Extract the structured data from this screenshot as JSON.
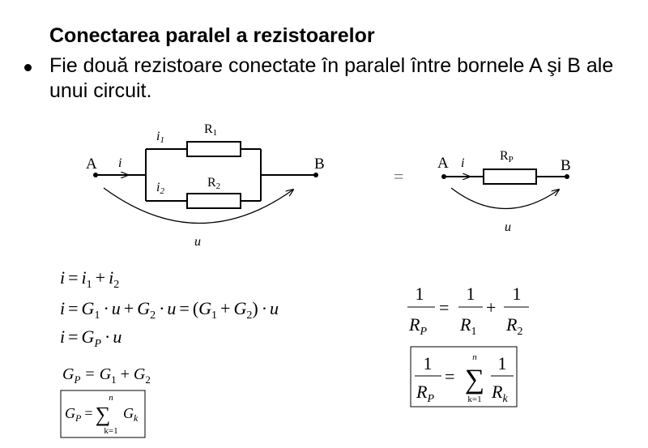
{
  "slide": {
    "title": "Conectarea paralel a rezistoarelor",
    "bullet": "Fie două rezistoare conectate în paralel între bornele A şi B ale unui circuit."
  },
  "circuit_left": {
    "node_a": "A",
    "node_b": "B",
    "current_main": "i",
    "current_1": "i",
    "current_1_sub": "1",
    "current_2": "i",
    "current_2_sub": "2",
    "resistor_1": "R",
    "resistor_1_sub": "1",
    "resistor_2": "R",
    "resistor_2_sub": "2",
    "voltage": "u"
  },
  "equivalence_sign": "=",
  "circuit_right": {
    "node_a": "A",
    "node_b": "B",
    "current": "i",
    "resistor": "R",
    "resistor_sub": "P",
    "voltage": "u"
  },
  "formulas": {
    "eq1": {
      "lhs": "i",
      "eq": "=",
      "t1": "i",
      "t1s": "1",
      "plus": "+",
      "t2": "i",
      "t2s": "2"
    },
    "eq2": {
      "i": "i",
      "eq": "=",
      "g1": "G",
      "g1s": "1",
      "dot1": "·",
      "u1": "u",
      "plus": "+",
      "g2": "G",
      "g2s": "2",
      "dot2": "·",
      "u2": "u",
      "eq2": "=",
      "lp": "(",
      "g3": "G",
      "g3s": "1",
      "plus2": "+",
      "g4": "G",
      "g4s": "2",
      "rp": ")",
      "dot3": "·",
      "u3": "u"
    },
    "eq3": {
      "i": "i",
      "eq": "=",
      "g": "G",
      "gs": "P",
      "dot": "·",
      "u": "u"
    },
    "eq4": {
      "g": "G",
      "gs": "P",
      "eq": "=",
      "g1": "G",
      "g1s": "1",
      "plus": "+",
      "g2": "G",
      "g2s": "2"
    },
    "eq5": {
      "g": "G",
      "gs": "P",
      "eq": "=",
      "sum": "∑",
      "top": "n",
      "bottom": "k=1",
      "gk": "G",
      "gks": "k"
    },
    "eq6": {
      "one_a": "1",
      "r_a": "R",
      "r_as": "P",
      "eq": "=",
      "one_b": "1",
      "r_b": "R",
      "r_bs": "1",
      "plus": "+",
      "one_c": "1",
      "r_c": "R",
      "r_cs": "2"
    },
    "eq7": {
      "one_a": "1",
      "r_a": "R",
      "r_as": "P",
      "eq": "=",
      "sum": "∑",
      "top": "n",
      "bottom": "k=1",
      "one_b": "1",
      "r_b": "R",
      "r_bs": "k"
    }
  },
  "colors": {
    "ink": "#000000",
    "background": "#ffffff",
    "equals_sign": "#777777"
  }
}
